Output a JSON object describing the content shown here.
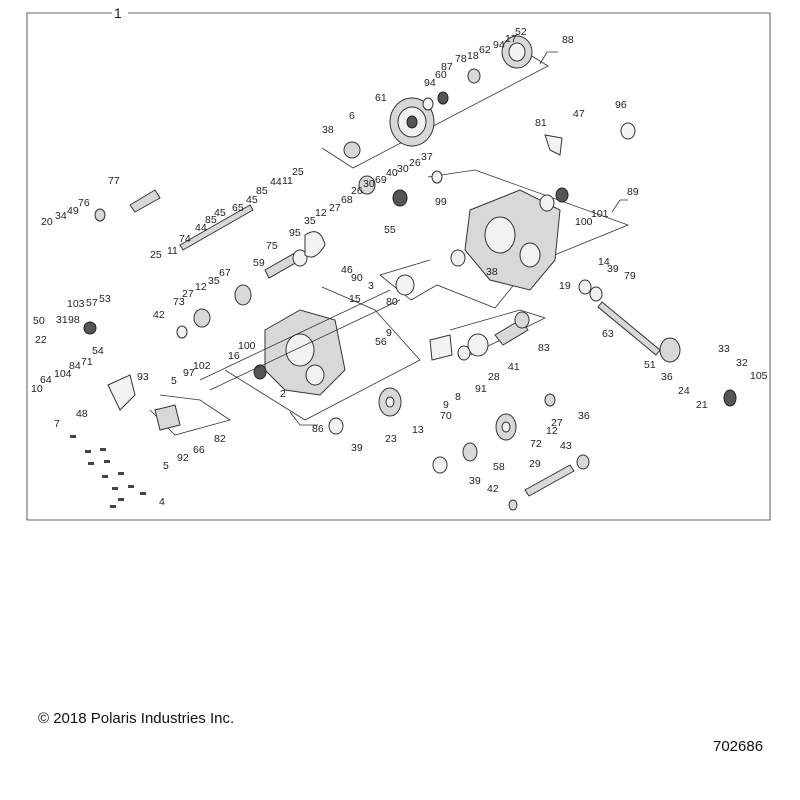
{
  "diagram": {
    "assembly_label": "1",
    "callouts": [
      "88",
      "52",
      "17",
      "94",
      "62",
      "18",
      "78",
      "87",
      "60",
      "94",
      "61",
      "6",
      "38",
      "81",
      "96",
      "47",
      "77",
      "76",
      "49",
      "34",
      "20",
      "25",
      "11",
      "44",
      "85",
      "45",
      "65",
      "45",
      "85",
      "44",
      "74",
      "11",
      "25",
      "37",
      "26",
      "30",
      "40",
      "69",
      "30",
      "26",
      "68",
      "27",
      "12",
      "35",
      "95",
      "75",
      "59",
      "55",
      "46",
      "90",
      "3",
      "99",
      "89",
      "101",
      "100",
      "38",
      "80",
      "19",
      "14",
      "39",
      "79",
      "67",
      "35",
      "12",
      "27",
      "73",
      "42",
      "15",
      "9",
      "56",
      "53",
      "57",
      "103",
      "31",
      "98",
      "50",
      "22",
      "54",
      "71",
      "84",
      "104",
      "64",
      "10",
      "93",
      "48",
      "7",
      "100",
      "16",
      "102",
      "97",
      "5",
      "2",
      "82",
      "66",
      "92",
      "5",
      "4",
      "86",
      "39",
      "23",
      "13",
      "70",
      "8",
      "9",
      "91",
      "28",
      "41",
      "83",
      "63",
      "51",
      "36",
      "33",
      "32",
      "24",
      "105",
      "21",
      "36",
      "27",
      "12",
      "72",
      "43",
      "58",
      "29",
      "39",
      "42"
    ]
  },
  "footer": {
    "copyright": "© 2018 Polaris Industries Inc.",
    "part_number": "702686"
  }
}
